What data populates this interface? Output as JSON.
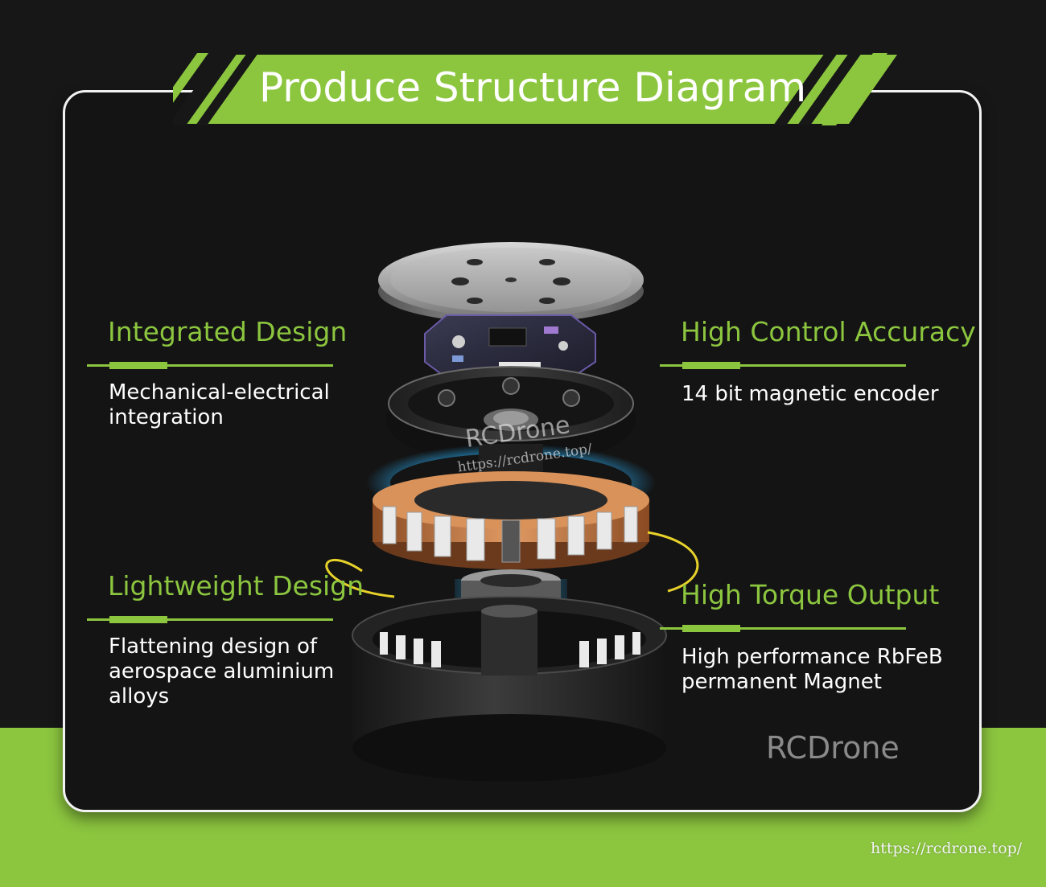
{
  "title": "Produce Structure Diagram",
  "features": {
    "integrated": {
      "title": "Integrated Design",
      "desc_line1": "Mechanical-electrical",
      "desc_line2": "integration"
    },
    "control": {
      "title": "High Control Accuracy",
      "desc_line1": "14 bit magnetic encoder"
    },
    "lightweight": {
      "title": "Lightweight Design",
      "desc_line1": "Flattening design of",
      "desc_line2": "aerospace aluminium",
      "desc_line3": "alloys"
    },
    "torque": {
      "title": "High Torque Output",
      "desc_line1": "High performance RbFeB",
      "desc_line2": "permanent Magnet"
    }
  },
  "watermarks": {
    "center_name": "RCDrone",
    "center_url": "https://rcdrone.top/",
    "corner_name": "RCDrone",
    "footer_url": "https://rcdrone.top/"
  },
  "colors": {
    "accent_green": "#8cc63f",
    "background": "#141414",
    "text": "#ffffff",
    "glow_blue": "#2aa6e8",
    "copper": "#c47a45"
  }
}
